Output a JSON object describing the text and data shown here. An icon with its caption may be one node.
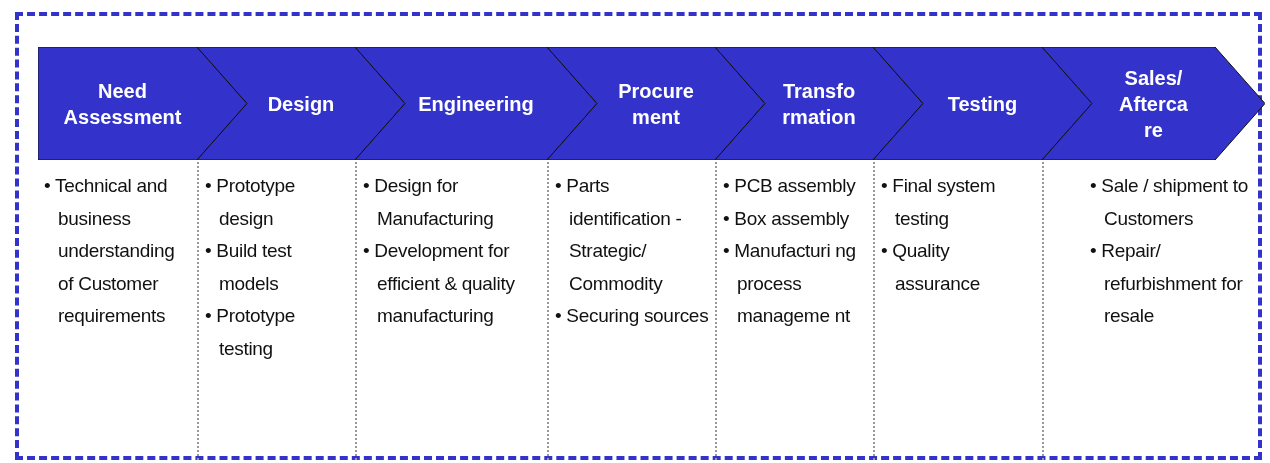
{
  "diagram": {
    "nodes": [
      {
        "text": [
          "Need Assessment"
        ]
      },
      {
        "text": [
          "Design"
        ]
      },
      {
        "text": [
          "Engineering"
        ]
      },
      {
        "text": [
          "Procure ment"
        ]
      },
      {
        "text": [
          "Transfo rmation"
        ]
      },
      {
        "text": [
          "Testing"
        ]
      },
      {
        "text": [
          "Sales/ Afterca re"
        ]
      },
      {
        "text": [
          "• Technical and business understanding of Customer requirements"
        ]
      },
      {
        "text": [
          "• Prototype design",
          "• Build test models",
          "• Prototype testing"
        ]
      },
      {
        "text": [
          "• Design for Manufacturing",
          "• Development for efficient & quality manufacturing"
        ]
      },
      {
        "text": [
          "• Parts identification - Strategic/ Commodity",
          "• Securing sources"
        ]
      },
      {
        "text": [
          "• PCB assembly",
          "• Box assembly",
          "• Manufacturi ng process manageme nt"
        ]
      },
      {
        "text": [
          "• Final system testing",
          "• Quality assurance"
        ]
      },
      {
        "text": [
          "• Sale / shipment to Customers",
          "• Repair/ refurbishment for resale"
        ]
      }
    ]
  }
}
